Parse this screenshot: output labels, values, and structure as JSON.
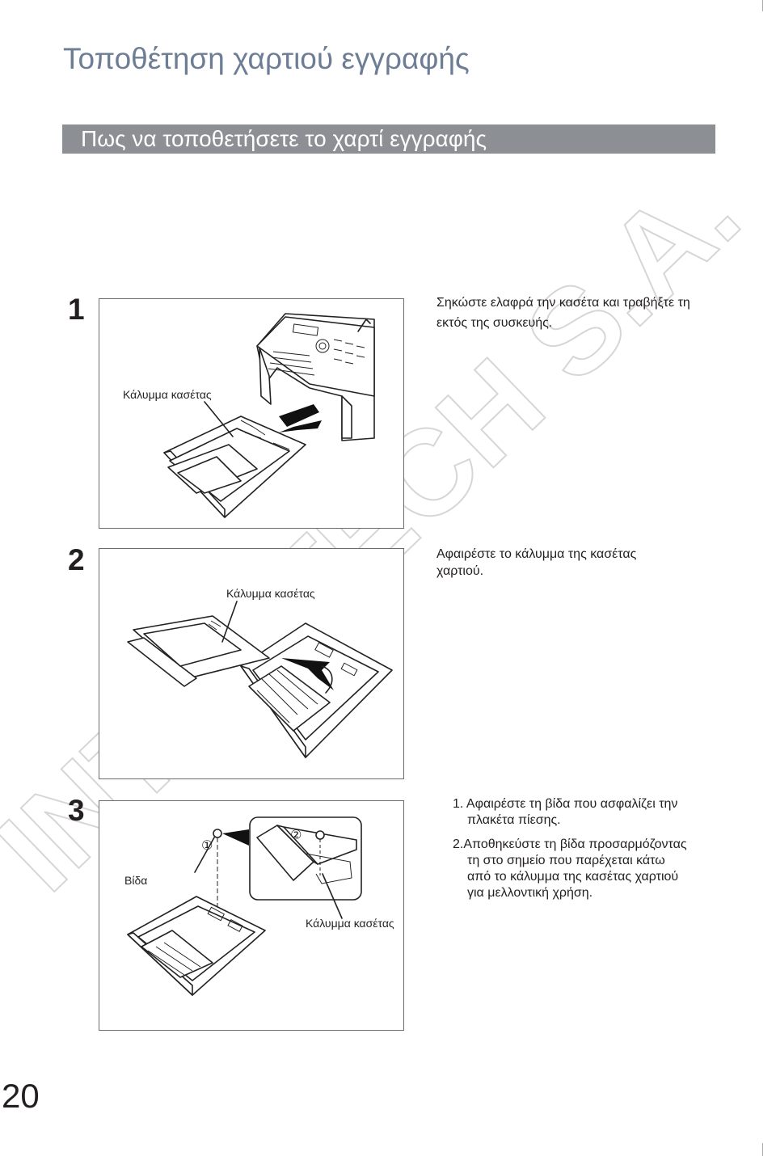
{
  "page": {
    "title": "Τοποθέτηση χαρτιού εγγραφής",
    "section_title": "Πως να τοποθετήσετε το χαρτί εγγραφής",
    "page_number": "20",
    "watermark": "INTERTECH S.A."
  },
  "steps": [
    {
      "number": "1",
      "lines": [
        "Σηκώστε ελαφρά την κασέτα και τραβήξτε τη",
        "εκτός της συσκευής."
      ],
      "callout": "Κάλυμμα κασέτας"
    },
    {
      "number": "2",
      "lines": [
        "Αφαιρέστε το κάλυμμα της κασέτας",
        "χαρτιού."
      ],
      "callout": "Κάλυμμα κασέτας"
    },
    {
      "number": "3",
      "items": [
        [
          "1. Αφαιρέστε τη βίδα που ασφαλίζει την",
          "πλακέτα πίεσης."
        ],
        [
          "2.Αποθηκεύστε τη βίδα προσαρμόζοντας",
          "τη στο σημείο που παρέχεται κάτω",
          "από το κάλυμμα της κασέτας χαρτιού",
          "για μελλοντική χρήση."
        ]
      ],
      "callout_screw": "Βίδα",
      "callout_cover": "Κάλυμμα κασέτας",
      "marker_1": "①",
      "marker_2": "②"
    }
  ],
  "colors": {
    "title": "#6d7d95",
    "section_bar": "#8c8f94",
    "text": "#231f20",
    "watermark": "#d9d9d9"
  }
}
